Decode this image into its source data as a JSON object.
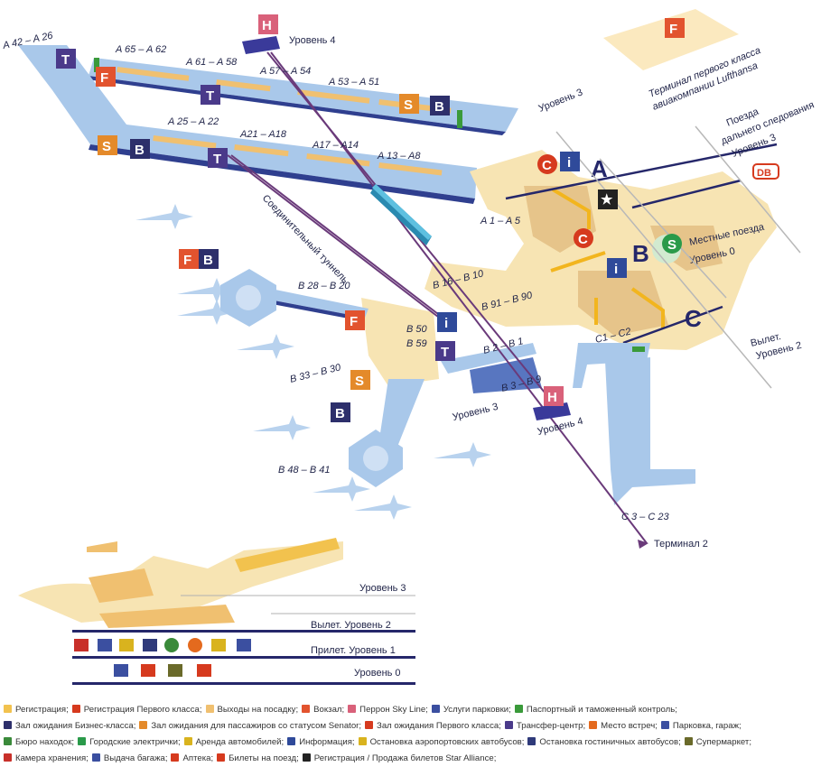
{
  "map": {
    "piers_a": [
      "A 42 – A 26",
      "A 65 – A 62",
      "A 61 – A 58",
      "A 57 – A 54",
      "A 53 – A 51",
      "A 25 – A 22",
      "A21 – A18",
      "A17 – A14",
      "A 13 – A8",
      "A 1 – A 5"
    ],
    "piers_b": [
      "B 28 – B 20",
      "B 16 – B 10",
      "B 91 – B 90",
      "B 50",
      "B 59",
      "B 2 – B 1",
      "B 3 – B 9",
      "B 33 – B 30",
      "B 48 – B 41"
    ],
    "piers_c": [
      "C1 – C2",
      "C 3 – C 23"
    ],
    "zones": [
      "A",
      "B",
      "C"
    ],
    "labels": {
      "level4_top": "Уровень 4",
      "level4_bottom": "Уровень 4",
      "level3_a": "Уровень 3",
      "level3_b": "Уровень 3",
      "lufthansa_1": "Терминал первого класса",
      "lufthansa_2": "авиакомпании Lufthansa",
      "train_long_1": "Поезда",
      "train_long_2": "дальнего следования",
      "train_long_3": "Уровень 3",
      "local_1": "Местные поезда",
      "local_2": "Уровень 0",
      "depart_1": "Вылет.",
      "depart_2": "Уровень 2",
      "tunnel": "Соединительный туннель",
      "terminal2": "Терминал 2",
      "db": "DB"
    }
  },
  "section": {
    "rows": [
      "Уровень 3",
      "Вылет. Уровень 2",
      "Прилет. Уровень 1",
      "Уровень 0"
    ]
  },
  "legend": {
    "items": [
      {
        "text": "Регистрация;",
        "color": "#f2c24e"
      },
      {
        "text": "Регистрация Первого класса;",
        "color": "#d63a1e"
      },
      {
        "text": "Выходы на посадку;",
        "color": "#f0c070"
      },
      {
        "text": "Вокзал;",
        "color": "#e2532e"
      },
      {
        "text": "Перрон Sky Line;",
        "color": "#d9617a"
      },
      {
        "text": "Услуги парковки;",
        "color": "#3b4fa0"
      },
      {
        "text": "Паспортный и таможенный контроль;",
        "color": "#3a9a3a"
      },
      {
        "text": "Зал ожидания Бизнес-класса;",
        "color": "#2d2f6b"
      },
      {
        "text": "Зал ожидания для пассажиров со статусом Senator;",
        "color": "#e48a2a"
      },
      {
        "text": "Зал ожидания Первого класса;",
        "color": "#d63a1e"
      },
      {
        "text": "Трансфер-центр;",
        "color": "#4a3a8a"
      },
      {
        "text": "Место встреч;",
        "color": "#e46a1e"
      },
      {
        "text": "Парковка, гараж;",
        "color": "#3b4fa0"
      },
      {
        "text": "Бюро находок;",
        "color": "#3a8a3a"
      },
      {
        "text": "Городские электрички;",
        "color": "#2a9a4a"
      },
      {
        "text": "Аренда автомобилей;",
        "color": "#d9b31e"
      },
      {
        "text": "Информация;",
        "color": "#2f4a9a"
      },
      {
        "text": "Остановка аэропортовских автобусов;",
        "color": "#d9b31e"
      },
      {
        "text": "Остановка гостиничных автобусов;",
        "color": "#2f3a7a"
      },
      {
        "text": "Супермаркет;",
        "color": "#6a6a2a"
      },
      {
        "text": "Камера хранения;",
        "color": "#c8302a"
      },
      {
        "text": "Выдача багажа;",
        "color": "#3b4fa0"
      },
      {
        "text": "Аптека;",
        "color": "#d63a1e"
      },
      {
        "text": "Билеты на поезд;",
        "color": "#d63a1e"
      },
      {
        "text": "Регистрация / Продажа билетов Star Alliance;",
        "color": "#222222"
      }
    ]
  },
  "colors": {
    "terminal": "#f7e4b3",
    "gate": "#f0c070",
    "pier": "#a9c8ea",
    "pier_dark": "#2f3f8f",
    "navy": "#25276a"
  }
}
